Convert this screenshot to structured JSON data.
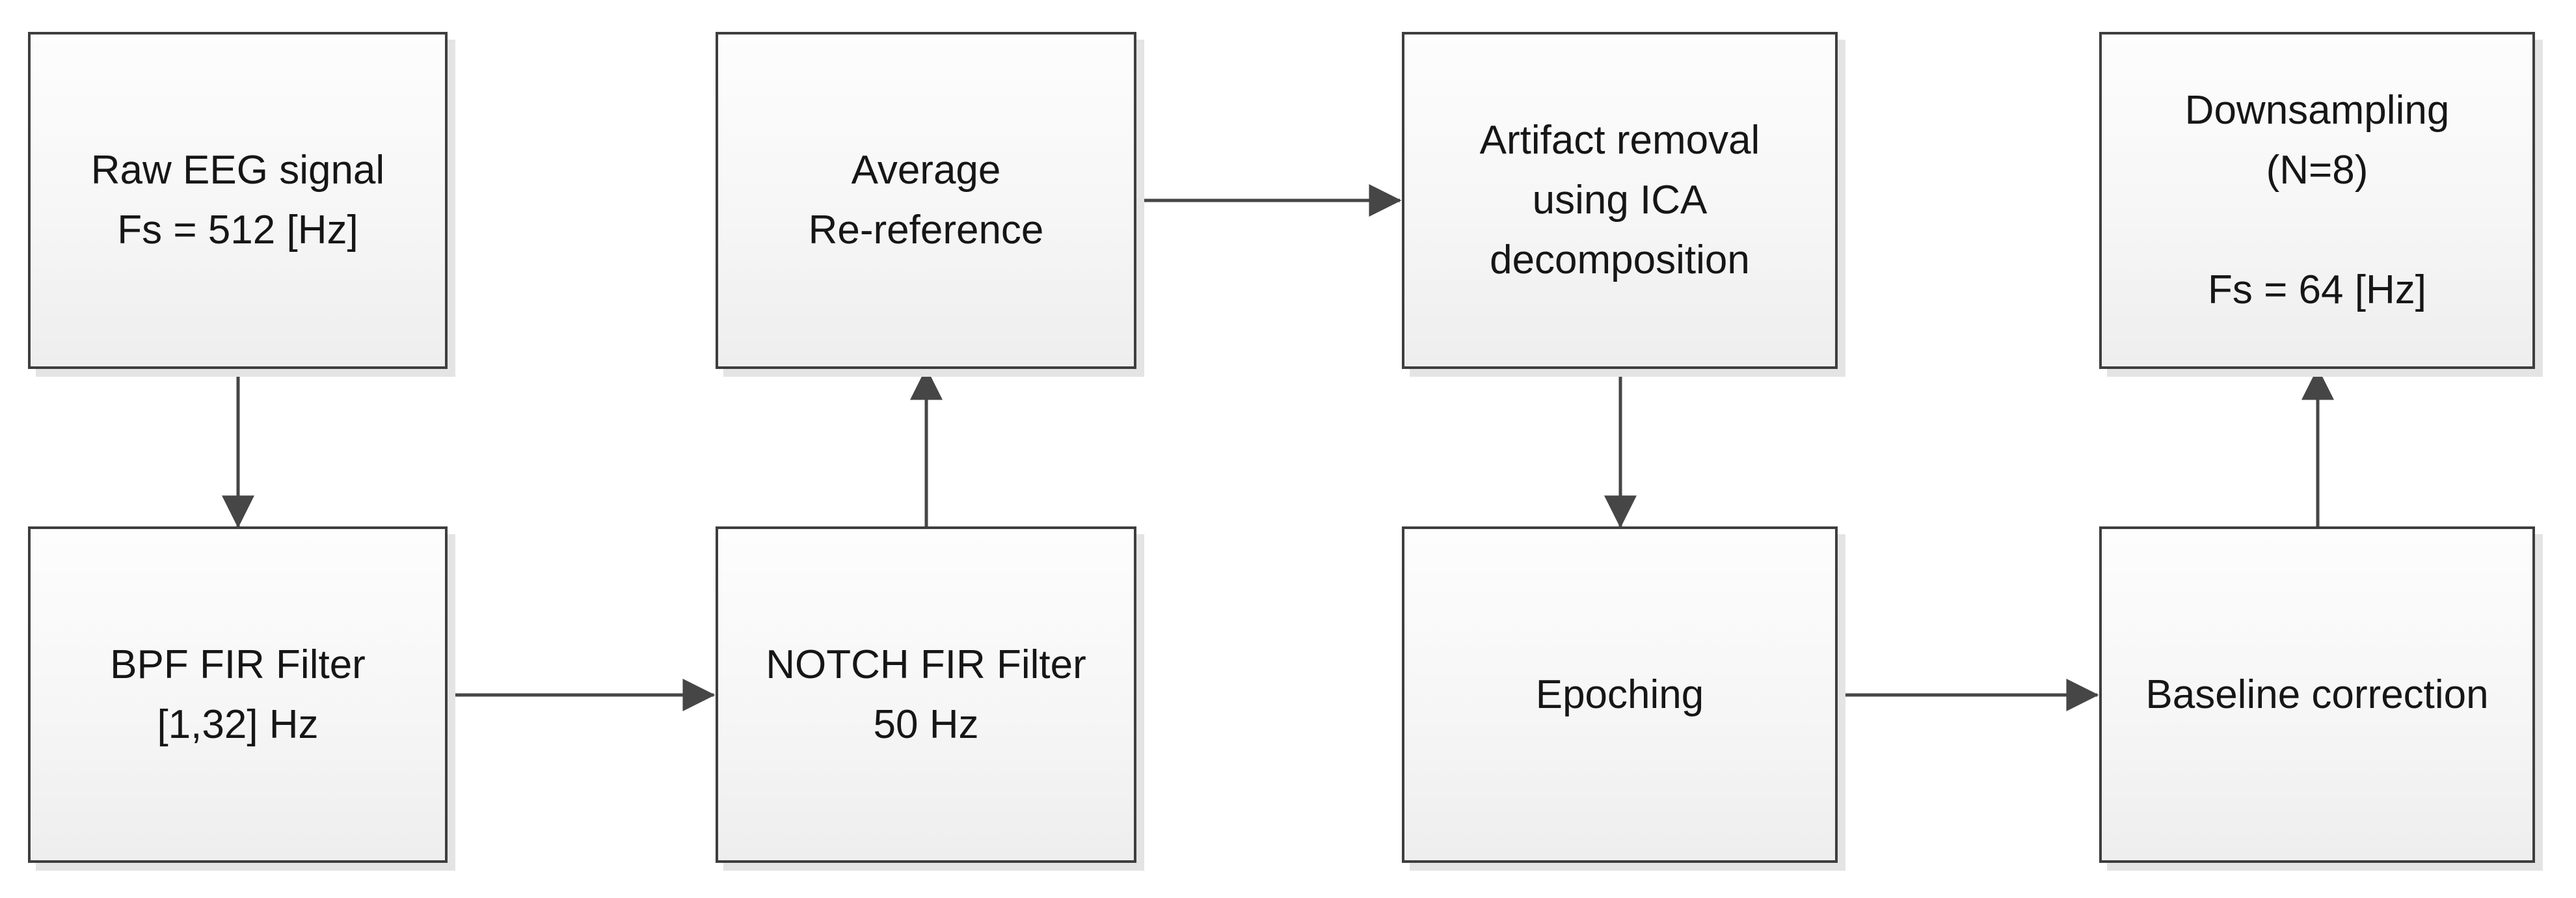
{
  "diagram": {
    "type": "flowchart",
    "nodes": {
      "raw_eeg": {
        "line1": "Raw EEG signal",
        "line2": "Fs = 512 [Hz]"
      },
      "bpf_fir_filter": {
        "line1": "BPF FIR Filter",
        "line2": "[1,32] Hz"
      },
      "average_rereference": {
        "line1": "Average",
        "line2": "Re-reference"
      },
      "notch_fir_filter": {
        "line1": "NOTCH FIR Filter",
        "line2": "50 Hz"
      },
      "artifact_removal": {
        "line1": "Artifact removal",
        "line2": "using ICA",
        "line3": "decomposition"
      },
      "epoching": {
        "line1": "Epoching"
      },
      "downsampling": {
        "line1": "Downsampling",
        "line2": "(N=8)",
        "line3": "",
        "line4": "Fs = 64 [Hz]"
      },
      "baseline_correction": {
        "line1": "Baseline correction"
      }
    },
    "connections": [
      {
        "from": "raw_eeg",
        "to": "bpf_fir_filter",
        "direction": "down"
      },
      {
        "from": "bpf_fir_filter",
        "to": "notch_fir_filter",
        "direction": "right"
      },
      {
        "from": "notch_fir_filter",
        "to": "average_rereference",
        "direction": "up"
      },
      {
        "from": "average_rereference",
        "to": "artifact_removal",
        "direction": "right"
      },
      {
        "from": "artifact_removal",
        "to": "epoching",
        "direction": "down"
      },
      {
        "from": "epoching",
        "to": "baseline_correction",
        "direction": "right"
      },
      {
        "from": "baseline_correction",
        "to": "downsampling",
        "direction": "up"
      }
    ],
    "colors": {
      "box_border": "#3e3e3e",
      "connector": "#464646",
      "box_fill_top": "#fdfdfd",
      "box_fill_bottom": "#eeeeee",
      "shadow": "#e4e4e4",
      "text": "#161616",
      "background": "#ffffff"
    }
  }
}
